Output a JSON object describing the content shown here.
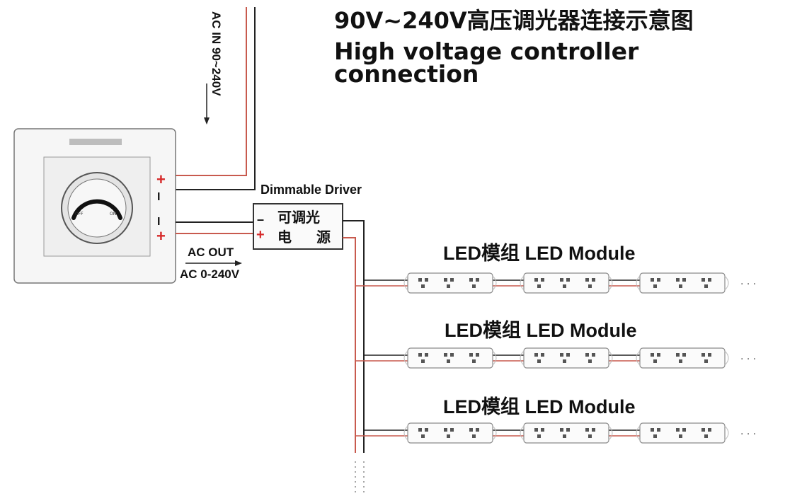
{
  "title": {
    "cn": "90V~240V高压调光器连接示意图",
    "en_line1": "High voltage controller",
    "en_line2": "connection"
  },
  "labels": {
    "ac_in": "AC IN 90~240V",
    "dimmable_driver": "Dimmable Driver",
    "driver_cn_top": "可调光",
    "driver_cn_bottom_1": "电",
    "driver_cn_bottom_2": "源",
    "ac_out": "AC OUT",
    "ac_range": "AC 0-240V",
    "plus": "+",
    "minus": "–",
    "bar": "I",
    "knob_off": "OFF",
    "knob_on": "ON",
    "ellipsis": "· · ·"
  },
  "led_rows": [
    {
      "label": "LED模组   LED Module"
    },
    {
      "label": "LED模组   LED Module"
    },
    {
      "label": "LED模组   LED Module"
    }
  ],
  "colors": {
    "red_wire": "#c85a4e",
    "black_wire": "#222222",
    "plus_red": "#d62a2a"
  }
}
